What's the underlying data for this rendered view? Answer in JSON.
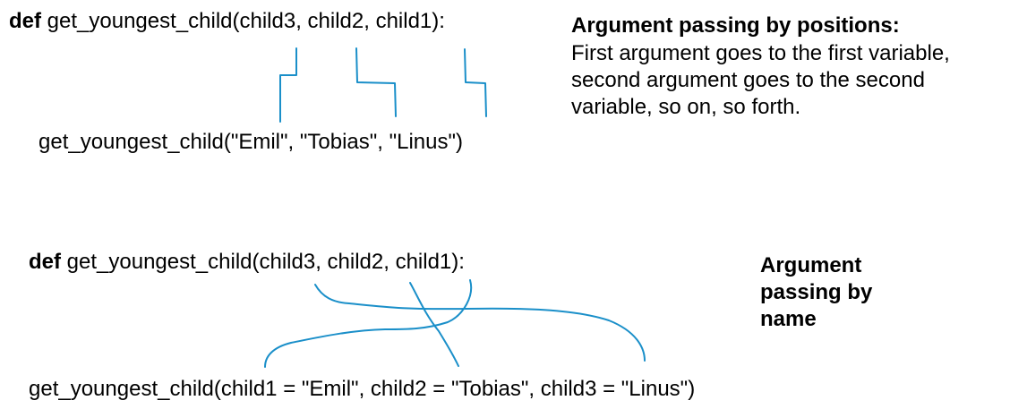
{
  "positional": {
    "def_keyword": "def",
    "signature": " get_youngest_child(child3, child2, child1):",
    "call": "get_youngest_child(\"Emil\", \"Tobias\", \"Linus\")",
    "heading": "Argument passing by positions:",
    "description_lines": [
      "First argument goes to the first variable,",
      "second argument goes to the second",
      "variable, so on, so forth."
    ]
  },
  "named": {
    "def_keyword": "def",
    "signature": " get_youngest_child(child3, child2, child1):",
    "call": "get_youngest_child(child1 = \"Emil\", child2 = \"Tobias\", child3 = \"Linus\")",
    "heading": "Argument passing by name"
  },
  "colors": {
    "connector": "#1a8fc9",
    "text": "#000000"
  }
}
